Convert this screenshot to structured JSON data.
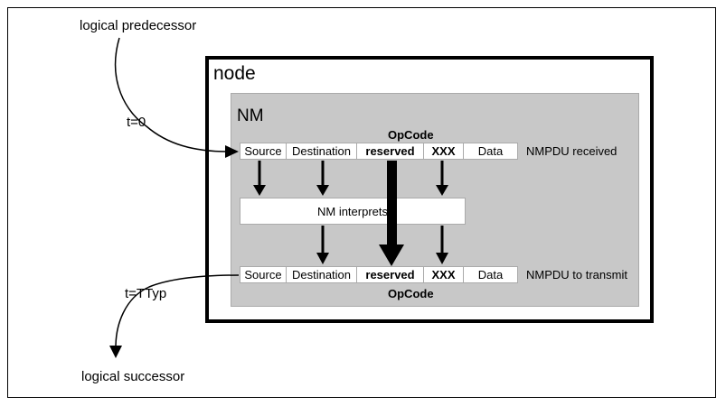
{
  "labels": {
    "logical_predecessor": "logical predecessor",
    "logical_successor": "logical successor",
    "t0": "t=0",
    "tTyp": "t=TTyp",
    "node": "node",
    "nm": "NM",
    "opcode_top": "OpCode",
    "opcode_bottom": "OpCode",
    "nm_interprets": "NM interprets",
    "nmpdu_received": "NMPDU received",
    "nmpdu_transmit": "NMPDU to transmit"
  },
  "pdu_received": [
    "Source",
    "Destination",
    "reserved",
    "XXX",
    "Data"
  ],
  "pdu_transmit": [
    "Source",
    "Destination",
    "reserved",
    "XXX",
    "Data"
  ]
}
